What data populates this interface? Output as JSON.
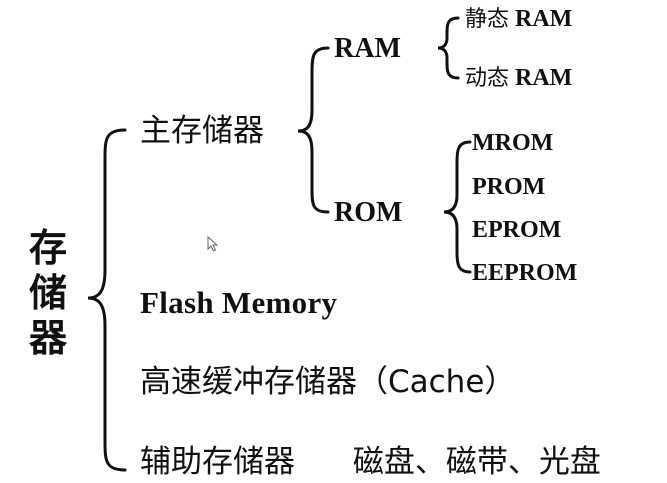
{
  "root": {
    "label_chars": [
      "存",
      "储",
      "器"
    ]
  },
  "branches": {
    "main_memory": "主存储器",
    "flash": "Flash  Memory",
    "cache": "高速缓冲存储器（Cache）",
    "auxiliary_label": "辅助存储器",
    "auxiliary_items": "磁盘、磁带、光盘"
  },
  "main_memory_children": {
    "ram": "RAM",
    "rom": "ROM"
  },
  "ram_children": [
    {
      "cn": "静态",
      "en": "RAM"
    },
    {
      "cn": "动态",
      "en": "RAM"
    }
  ],
  "rom_children": [
    "MROM",
    "PROM",
    "EPROM",
    "EEPROM"
  ],
  "icons": {
    "cursor": "mouse-pointer-icon"
  }
}
